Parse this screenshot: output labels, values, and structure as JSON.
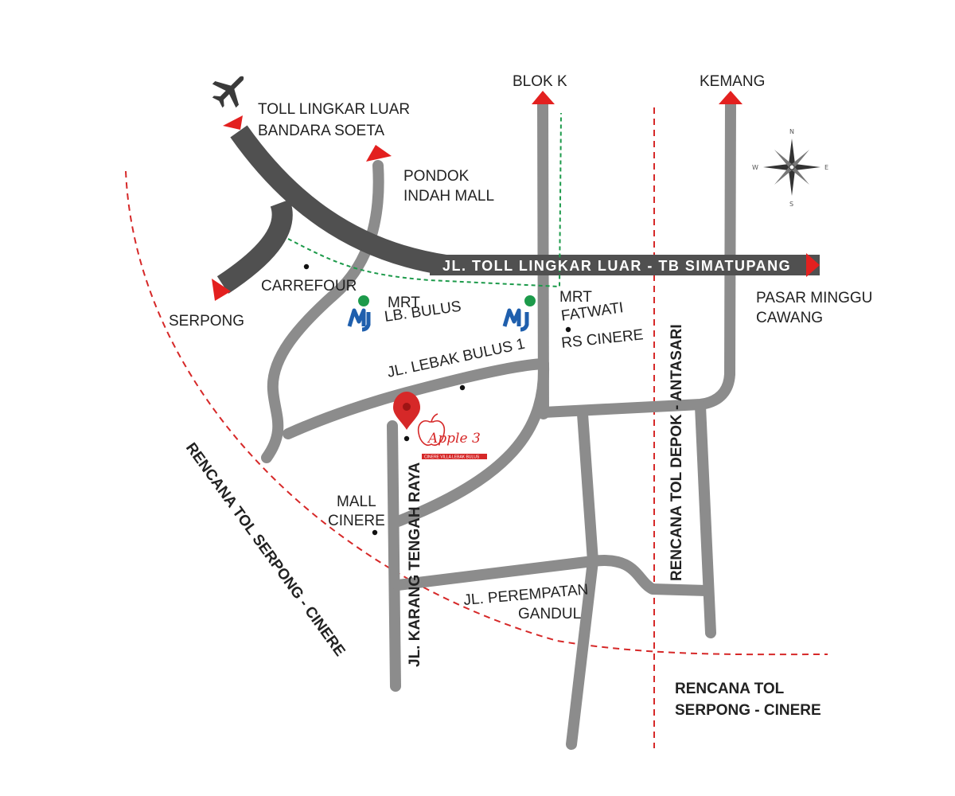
{
  "labels": {
    "toll_bandara_line1": "TOLL LINGKAR LUAR",
    "toll_bandara_line2": "BANDARA SOETA",
    "pondok_line1": "PONDOK",
    "pondok_line2": "INDAH MALL",
    "blok_k": "BLOK K",
    "kemang": "KEMANG",
    "toll_simatupang": "JL. TOLL LINGKAR LUAR - TB SIMATUPANG",
    "pasar_line1": "PASAR MINGGU",
    "pasar_line2": "CAWANG",
    "serpong": "SERPONG",
    "carrefour": "CARREFOUR",
    "mrt_lb_line1": "MRT",
    "mrt_lb_line2": "LB. BULUS",
    "mrt_fat_line1": "MRT",
    "mrt_fat_line2": "FATWATI",
    "rs_cinere": "RS CINERE",
    "jl_lebak_bulus": "JL. LEBAK BULUS 1",
    "mall_line1": "MALL",
    "mall_line2": "CINERE",
    "jl_karang": "JL. KARANG TENGAH RAYA",
    "jl_perempatan_line1": "JL. PEREMPATAN",
    "jl_perempatan_line2": "GANDUL",
    "rencana_depok": "RENCANA TOL DEPOK - ANTASARI",
    "rencana_serpong_arc": "RENCANA TOL SERPONG - CINERE",
    "rencana_serpong_line1": "RENCANA TOL",
    "rencana_serpong_line2": "SERPONG - CINERE",
    "brand_name": "Apple 3",
    "brand_sub": "CINERE VILLA LEBAK BULUS",
    "compass_n": "N",
    "compass_e": "E",
    "compass_s": "S",
    "compass_w": "W"
  },
  "icons": {
    "airplane": "airplane-icon",
    "compass": "compass-rose-icon",
    "mrt": "mrt-logo-icon",
    "location_pin": "location-pin-icon"
  },
  "colors": {
    "road": "#8c8c8c",
    "toll_road": "#505050",
    "accent_red": "#e3201f",
    "mrt_green": "#1c9a4a",
    "mrt_blue": "#1f5fad"
  }
}
